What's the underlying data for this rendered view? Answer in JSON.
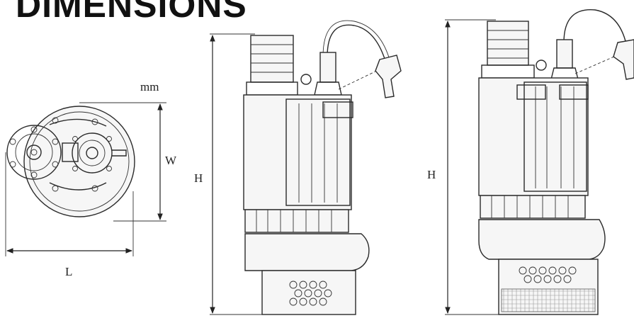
{
  "header": {
    "title": "DIMENSIONS"
  },
  "labels": {
    "unit": "mm",
    "width": "W",
    "length": "L",
    "height_front": "H",
    "height_side": "H"
  },
  "colors": {
    "line": "#2a2a2a",
    "background": "#ffffff"
  },
  "icons": {
    "arrowheads": "dimension-arrow-icon"
  }
}
